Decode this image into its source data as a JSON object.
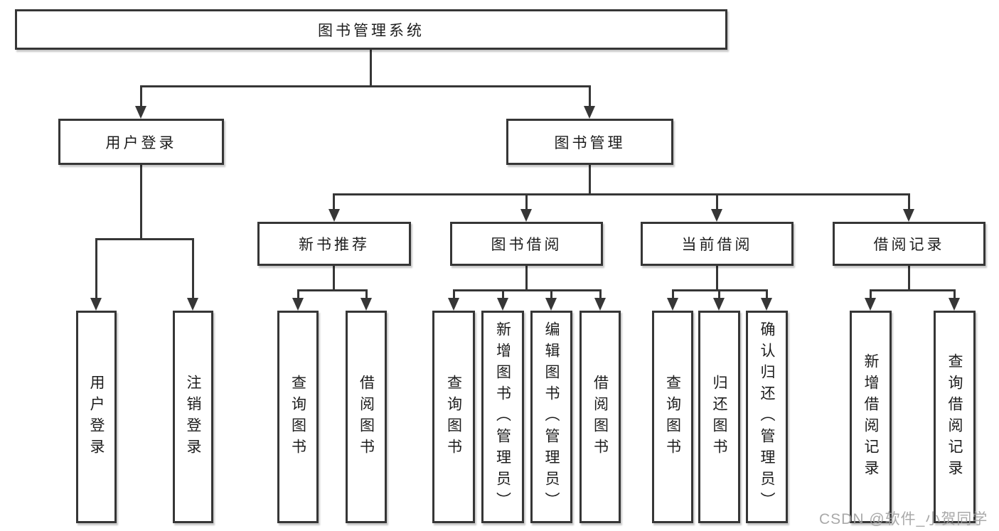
{
  "diagram": {
    "root": "图书管理系统",
    "branches": [
      {
        "label": "用户登录",
        "children": [
          "用户登录",
          "注销登录"
        ]
      },
      {
        "label": "图书管理",
        "children": [
          {
            "label": "新书推荐",
            "children": [
              "查询图书",
              "借阅图书"
            ]
          },
          {
            "label": "图书借阅",
            "children": [
              "查询图书",
              "新增图书（管理员）",
              "编辑图书（管理员）",
              "借阅图书"
            ]
          },
          {
            "label": "当前借阅",
            "children": [
              "查询图书",
              "归还图书",
              "确认归还（管理员）"
            ]
          },
          {
            "label": "借阅记录",
            "children": [
              "新增借阅记录",
              "查询借阅记录"
            ]
          }
        ]
      }
    ]
  },
  "watermark": {
    "text": "CSDN @软件_小贺同学"
  },
  "colors": {
    "line": "#363636",
    "text": "#1d1d1d",
    "watermark": "#a0a0a0",
    "background": "#ffffff"
  }
}
